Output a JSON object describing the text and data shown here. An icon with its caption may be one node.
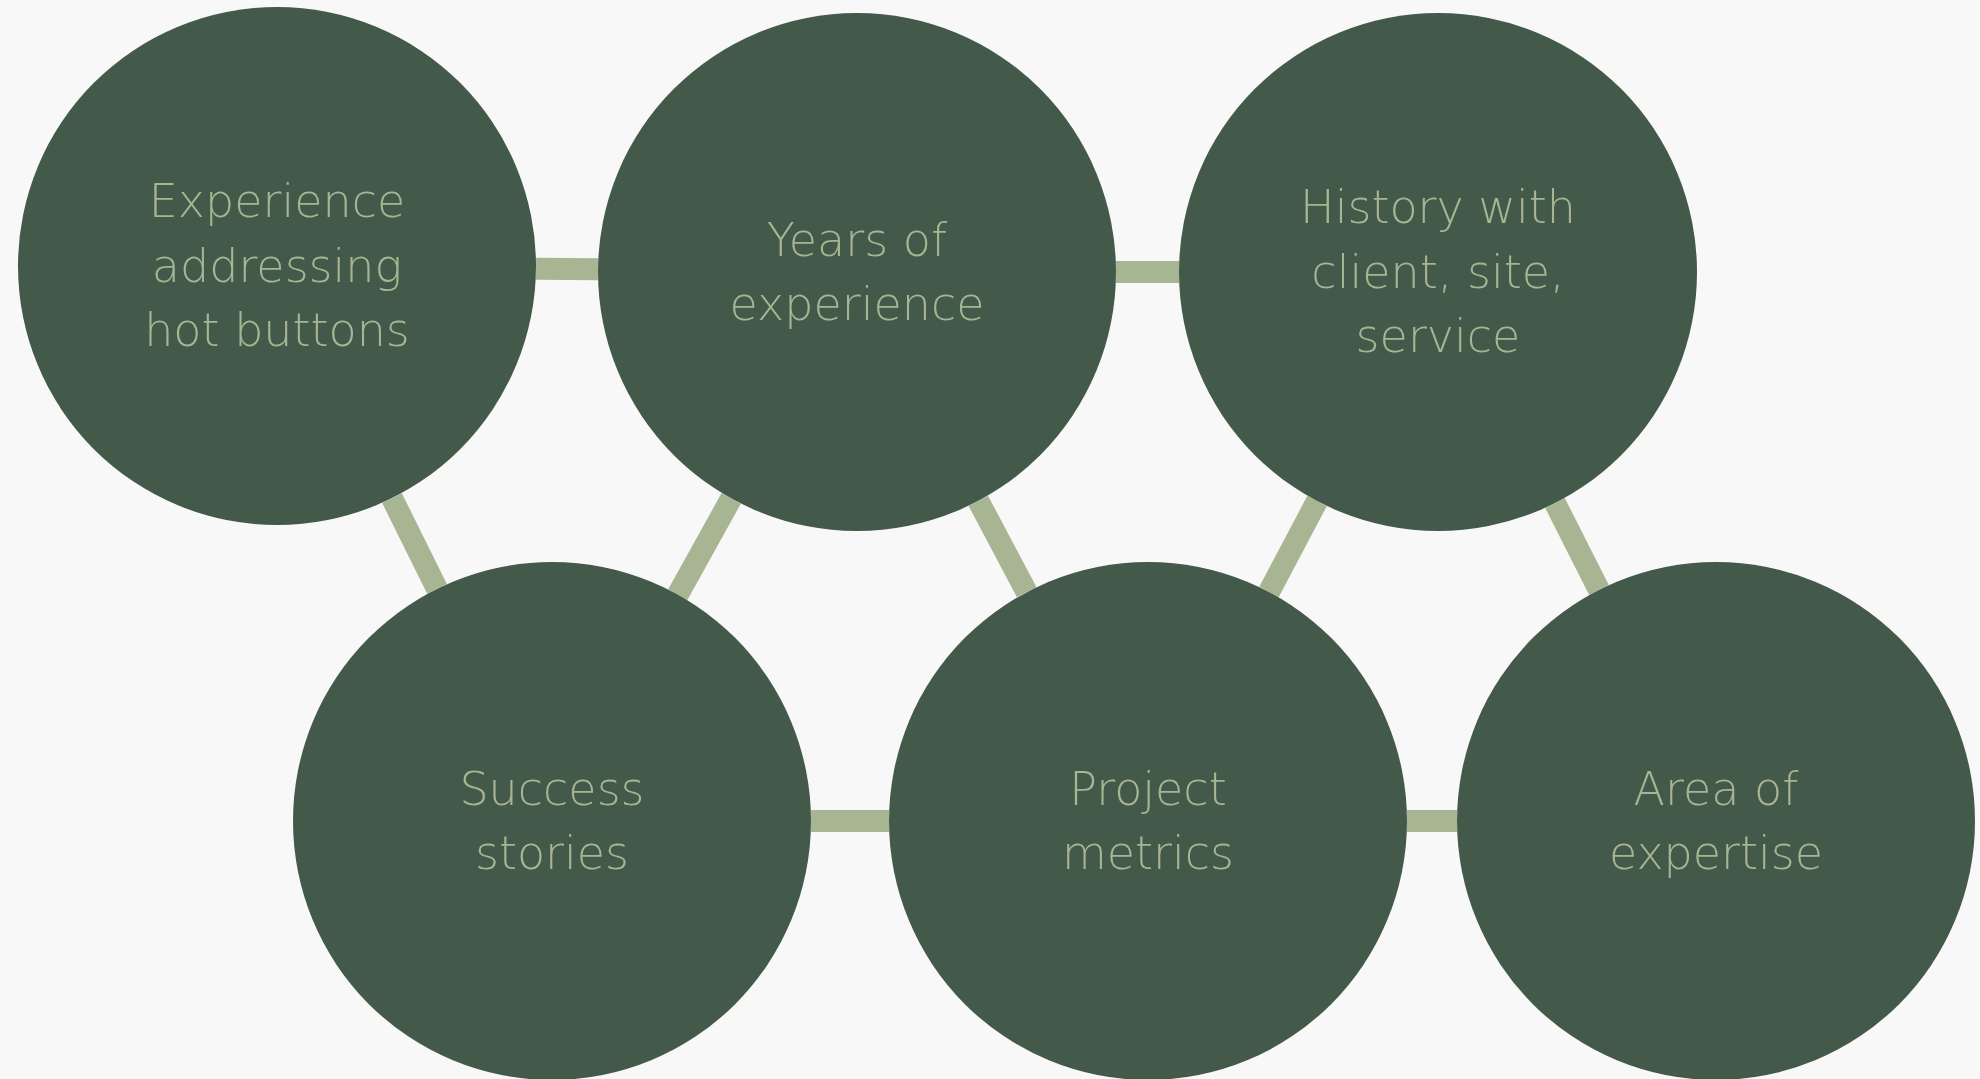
{
  "diagram": {
    "nodes": [
      {
        "text": [
          "Experience addressing hot buttons"
        ]
      },
      {
        "text": [
          "Years of experience"
        ]
      },
      {
        "text": [
          "History with client, site, service"
        ]
      },
      {
        "text": [
          "Success stories"
        ]
      },
      {
        "text": [
          "Project metrics"
        ]
      },
      {
        "text": [
          "Area of expertise"
        ]
      }
    ],
    "edges": [
      {
        "from": 0,
        "to": 1,
        "arrow": "none"
      },
      {
        "from": 1,
        "to": 2,
        "arrow": "none"
      },
      {
        "from": 0,
        "to": 3,
        "arrow": "none"
      },
      {
        "from": 1,
        "to": 3,
        "arrow": "none"
      },
      {
        "from": 1,
        "to": 4,
        "arrow": "none"
      },
      {
        "from": 2,
        "to": 4,
        "arrow": "none"
      },
      {
        "from": 2,
        "to": 5,
        "arrow": "none"
      },
      {
        "from": 3,
        "to": 4,
        "arrow": "none"
      },
      {
        "from": 4,
        "to": 5,
        "arrow": "none"
      }
    ]
  }
}
